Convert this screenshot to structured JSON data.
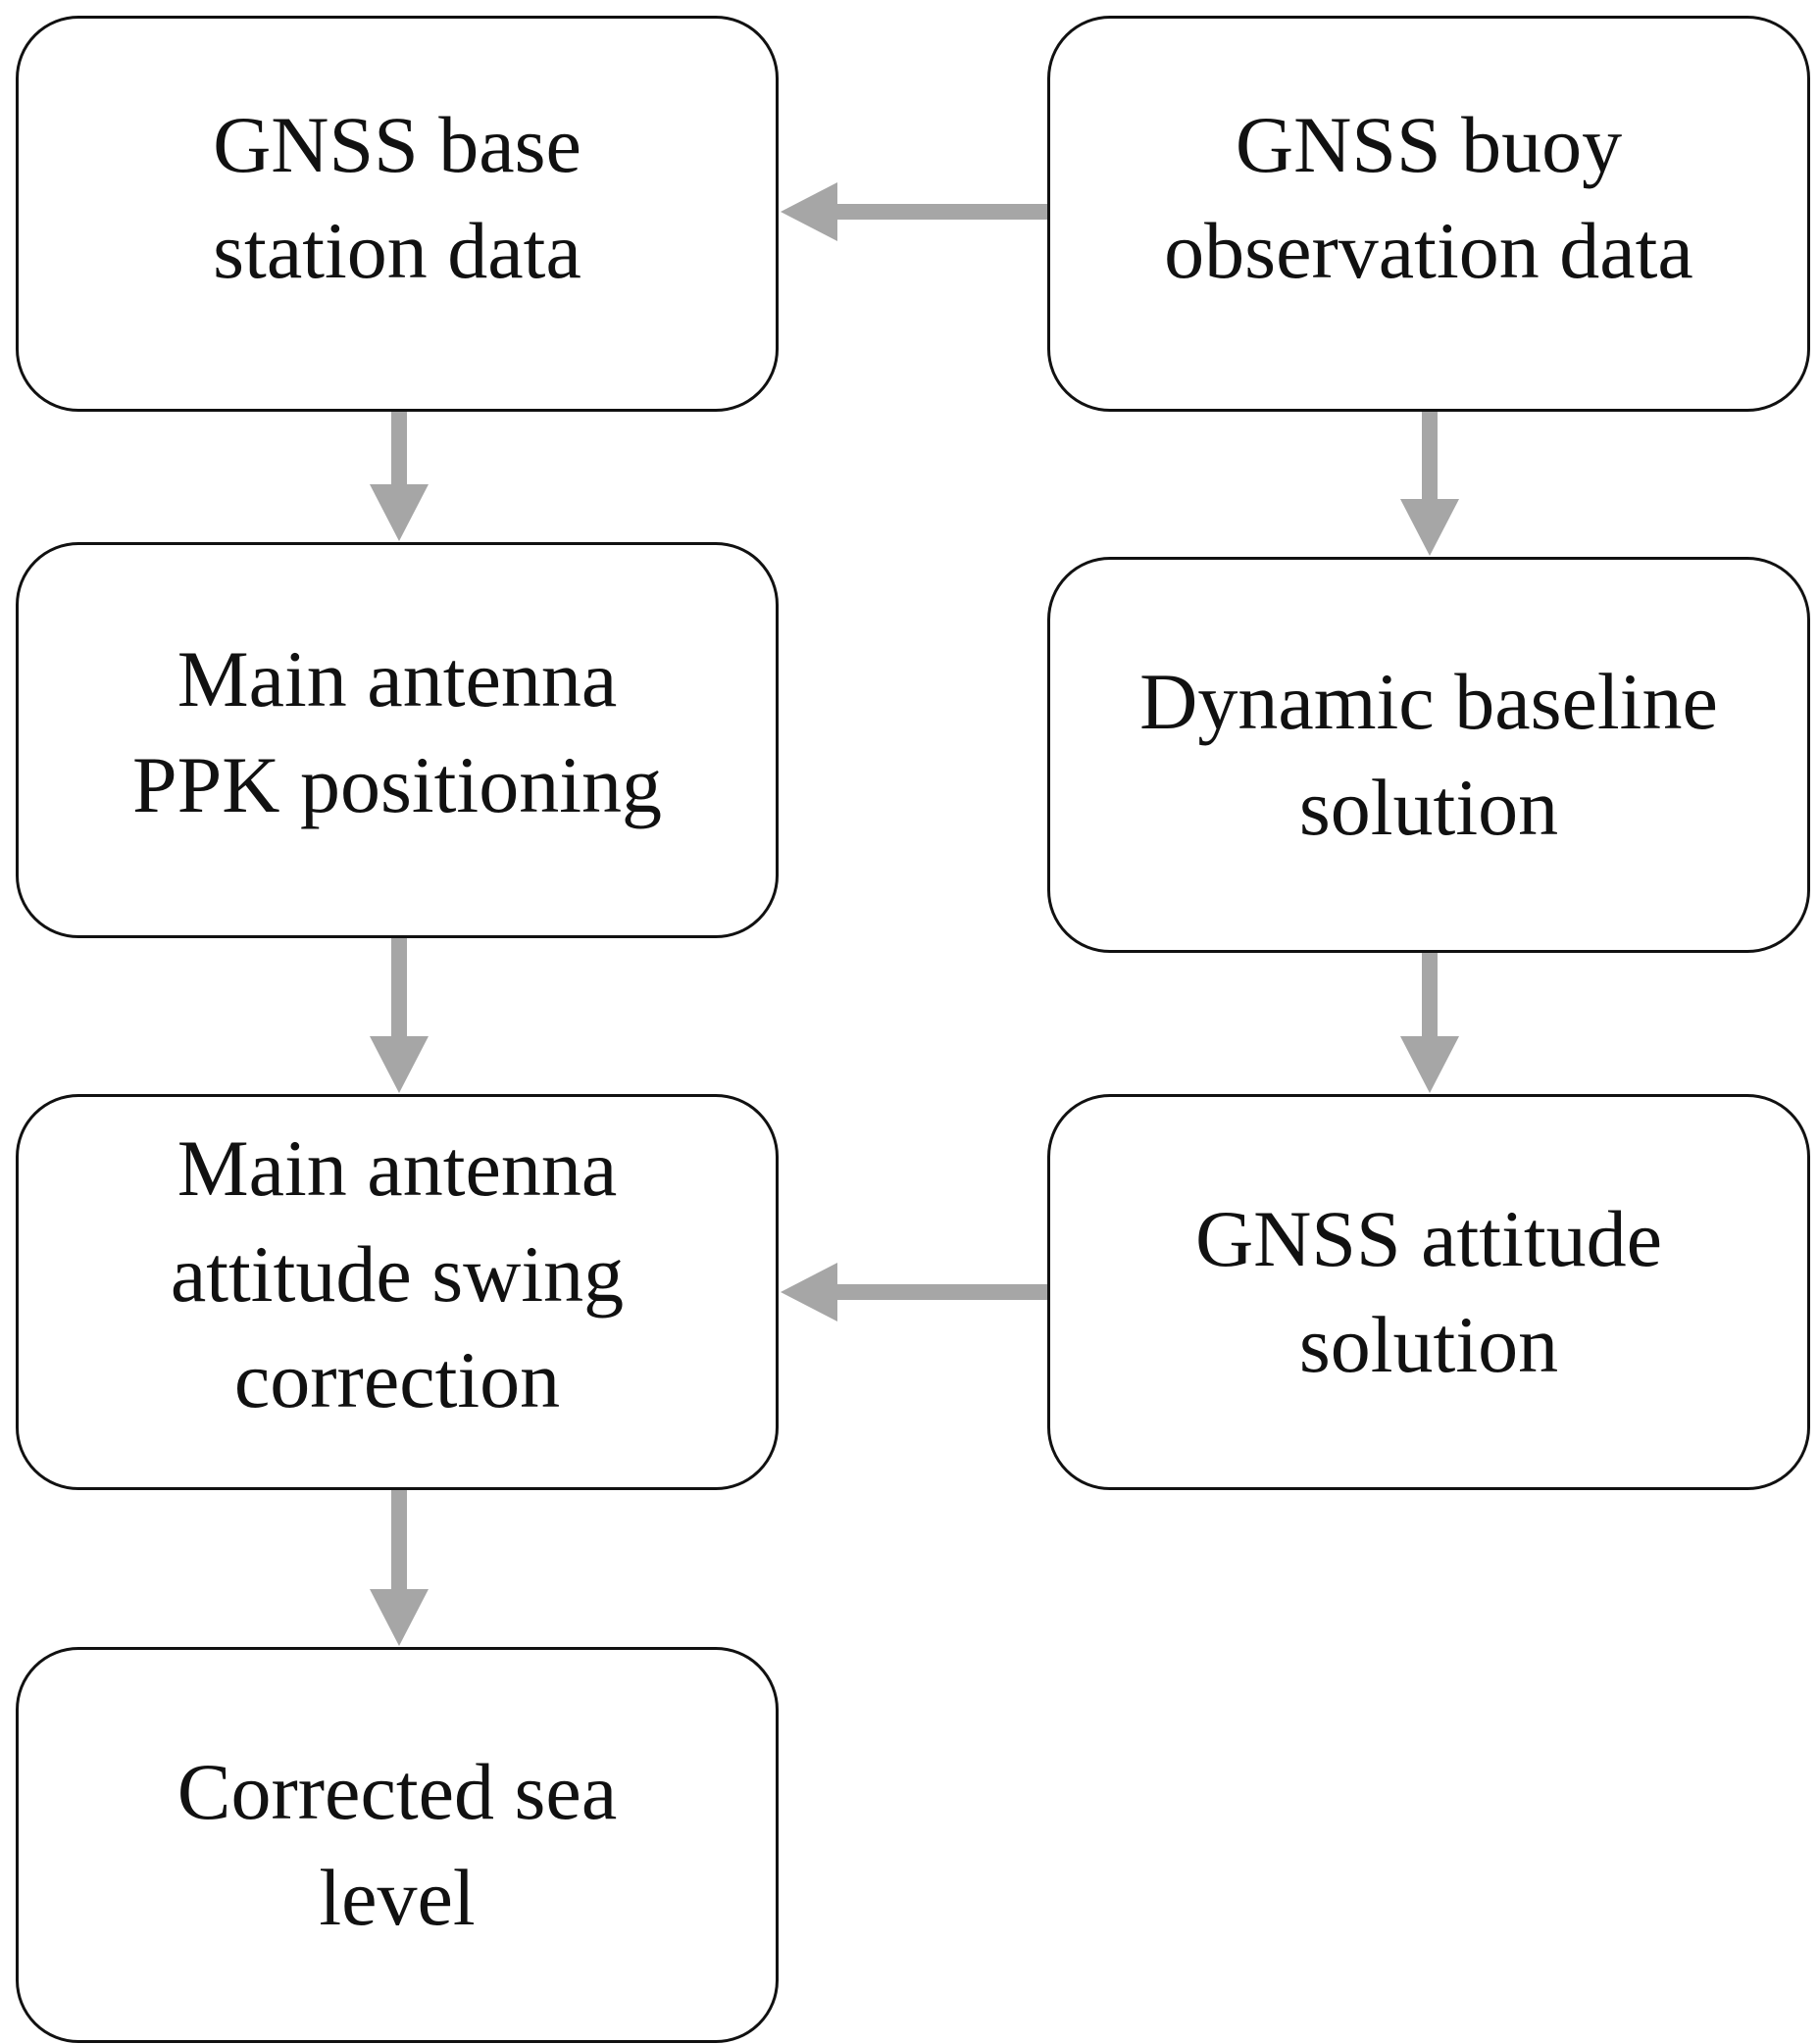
{
  "boxes": {
    "base_station": [
      "GNSS base",
      "station data"
    ],
    "buoy_obs": [
      "GNSS buoy",
      "observation data"
    ],
    "ppk": [
      "Main antenna",
      "PPK positioning"
    ],
    "baseline": [
      "Dynamic baseline",
      "solution"
    ],
    "swing_correction": [
      "Main antenna",
      "attitude swing",
      "correction"
    ],
    "attitude": [
      "GNSS attitude",
      "solution"
    ],
    "sea_level": [
      "Corrected sea",
      "level"
    ]
  },
  "colors": {
    "arrow": "#a6a6a6",
    "border": "#111111",
    "text": "#111111"
  }
}
